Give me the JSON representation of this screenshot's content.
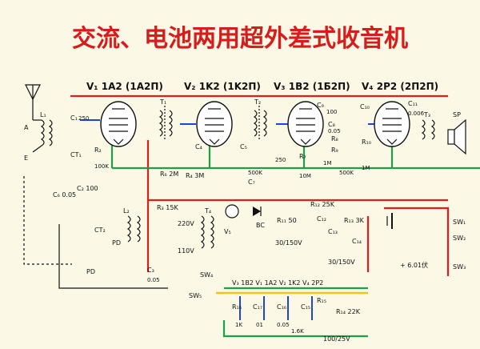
{
  "title": "交流、电池两用超外差式收音机",
  "colors": {
    "background": "#fbf8e6",
    "title": "#d71c1c",
    "wire_red": "#e01c1c",
    "wire_green": "#1aa047",
    "wire_blue": "#1c46d8",
    "wire_yellow": "#f2c31a",
    "ink": "#111111"
  },
  "tubes": {
    "v1": "V₁ 1A2 (1A2Π)",
    "v2": "V₂ 1K2 (1K2Π)",
    "v3": "V₃ 1B2 (1Б2Π)",
    "v4": "V₄ 2P2 (2Π2Π)",
    "v5": "V₅"
  },
  "labels": {
    "antenna_a": "A",
    "antenna_e": "E",
    "l1": "L₁",
    "c1": "C₁",
    "c1_val": "250",
    "ct1": "CT₁",
    "r2": "R₂",
    "r2_val": "100K",
    "c2": "C₂ 100",
    "c6": "C₆ 0.05",
    "r6": "R₆ 2M",
    "r3": "R₃ 15K",
    "l2": "L₂",
    "ct2": "CT₂",
    "pd": "PD",
    "c3": "C₃",
    "c3_val": "0.05",
    "t1": "T₁",
    "t2": "T₂",
    "t3": "T₃",
    "t4": "T₄",
    "c4": "C₄",
    "r4": "R₄ 3M",
    "c5": "C₅",
    "c7": "C₇",
    "c8": "C₈",
    "c9": "C₉",
    "c10": "C₁₀",
    "c11": "C₁₁",
    "c11_val": "0.006",
    "r7": "R₇",
    "r7_val": "10M",
    "r8": "R₈",
    "r9": "R₉",
    "r10": "R₁₀",
    "r11": "R₁₁ 50",
    "r12": "R₁₂ 25K",
    "r13": "R₁₃ 3K",
    "r14": "R₁₄ 22K",
    "r15": "R₁₅",
    "r16": "R₁₆",
    "c12": "C₁₂",
    "c13": "C₁₃",
    "c14": "C₁₄",
    "c15": "C₁₅",
    "c16": "C₁₆",
    "c17": "C₁₇",
    "v500k": "500K",
    "v500k_2": "500K",
    "val_1m": "1M",
    "val_1m_2": "1M",
    "val_100": "100",
    "val_0_05": "0.05",
    "val_250": "250",
    "v220": "220V",
    "v110": "110V",
    "bc": "BC",
    "cap_30_150": "30/150V",
    "cap_30_150_2": "30/150V",
    "cap_100_25": "100/25V",
    "bat": "+ 6.01伏",
    "sp": "SP",
    "sw1": "SW₁",
    "sw2": "SW₂",
    "sw3": "SW₃",
    "sw4": "SW₄",
    "sw5": "SW₅",
    "bottom_tubes": "V₃ 1B2   V₁ 1A2   V₂ 1K2   V₄ 2P2",
    "val_1k": "1K",
    "val_01": "01",
    "val_005": "0.05",
    "val_1_6k": "1.6K"
  }
}
